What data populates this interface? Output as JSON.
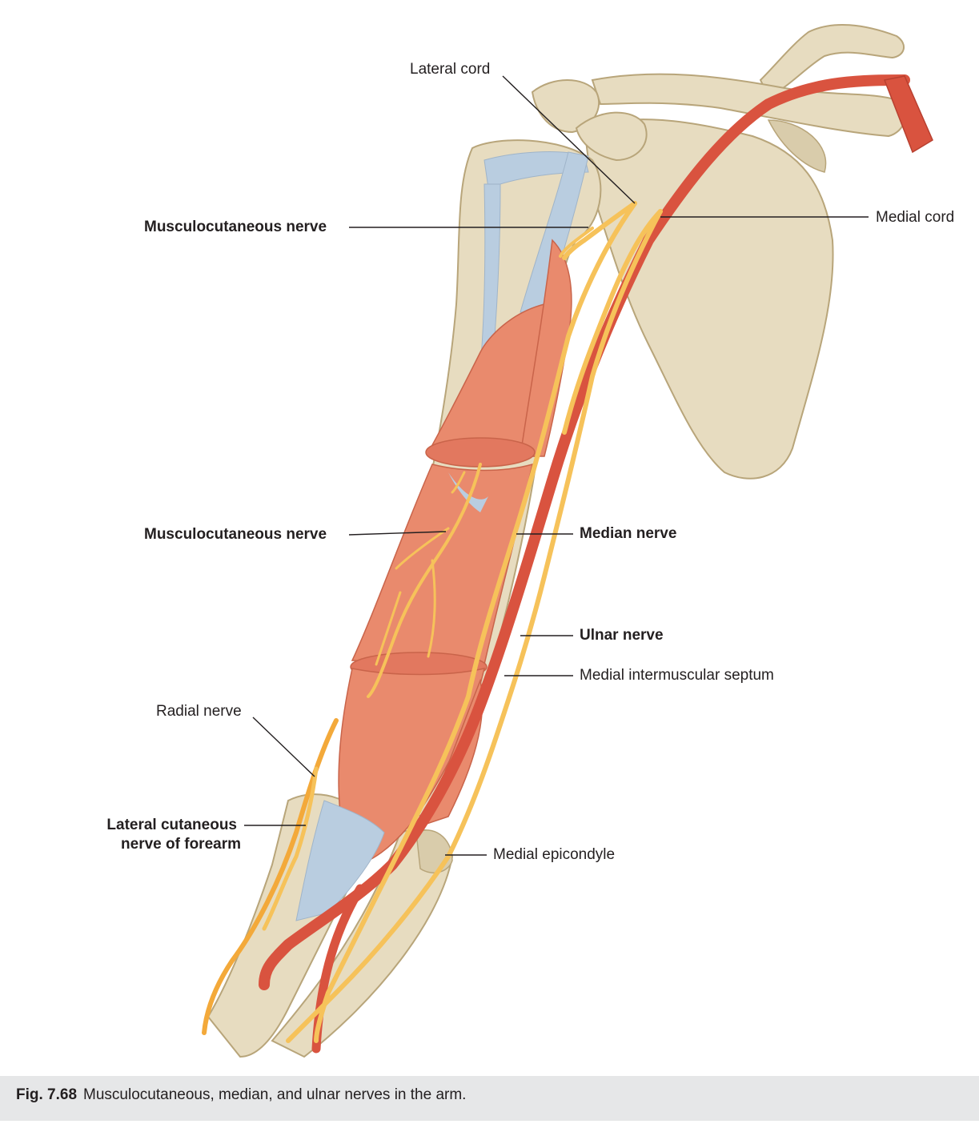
{
  "labels": {
    "lateral_cord": "Lateral cord",
    "medial_cord": "Medial cord",
    "musculocutaneous_upper": "Musculocutaneous nerve",
    "musculocutaneous_lower": "Musculocutaneous nerve",
    "median_nerve": "Median nerve",
    "ulnar_nerve": "Ulnar nerve",
    "medial_intermuscular_septum": "Medial intermuscular septum",
    "radial_nerve": "Radial nerve",
    "lateral_cutaneous_line1": "Lateral cutaneous",
    "lateral_cutaneous_line2": "nerve of forearm",
    "medial_epicondyle": "Medial epicondyle"
  },
  "caption": {
    "figure_number": "Fig. 7.68",
    "text": "Musculocutaneous, median, and ulnar nerves in the arm."
  },
  "colors": {
    "bone": "#e7dcc0",
    "bone_shadow": "#c9b98f",
    "muscle": "#e98a6d",
    "muscle_dark": "#d9694d",
    "tendon": "#b9cde0",
    "nerve": "#f6c25a",
    "artery": "#d9533f",
    "leader_line": "#231f20",
    "caption_bar": "#e6e7e8"
  }
}
